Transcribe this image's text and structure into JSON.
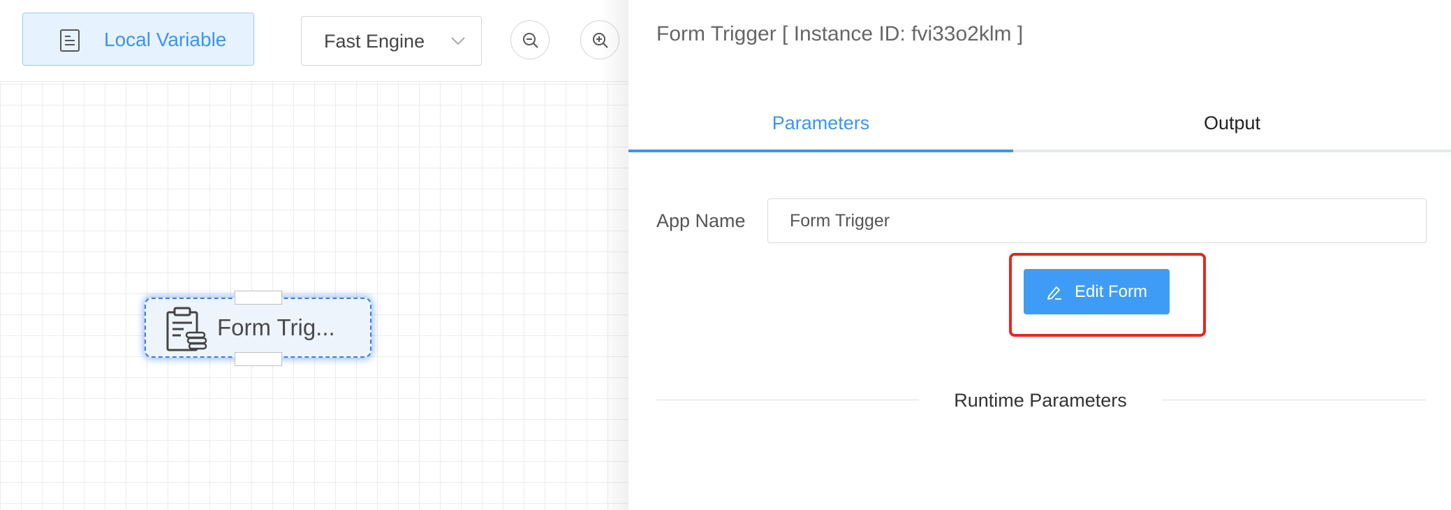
{
  "toolbar": {
    "local_variable_label": "Local Variable",
    "engine_select_value": "Fast Engine",
    "zoom_out_icon": "zoom-out-icon",
    "zoom_in_icon": "zoom-in-icon"
  },
  "canvas": {
    "node": {
      "label": "Form Trig...",
      "icon": "form-clipboard-icon"
    }
  },
  "panel": {
    "title": "Form Trigger [ Instance ID: fvi33o2klm ]",
    "tabs": [
      {
        "label": "Parameters",
        "active": true
      },
      {
        "label": "Output",
        "active": false
      }
    ],
    "app_name_label": "App Name",
    "app_name_value": "Form Trigger",
    "edit_form_label": "Edit Form",
    "runtime_section_title": "Runtime Parameters"
  },
  "colors": {
    "accent": "#3b95f0",
    "button_primary": "#3f9cf6",
    "highlight": "#e8261d",
    "node_border": "#3b7de0"
  }
}
